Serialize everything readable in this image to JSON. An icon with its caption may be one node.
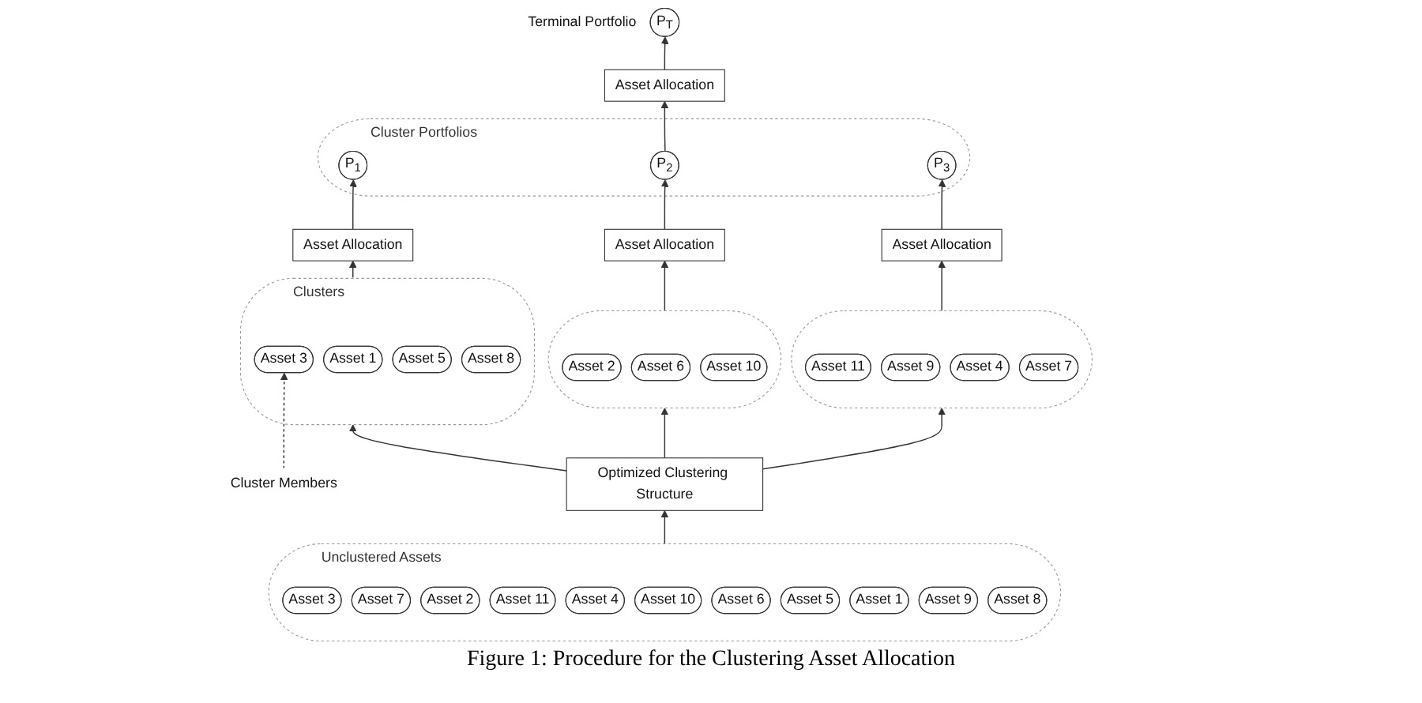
{
  "diagram": {
    "caption": "Figure 1: Procedure for the Clustering Asset Allocation",
    "nodes": [
      {
        "text": [
          "P$_{T}$"
        ],
        "beside": [
          "Terminal Portfolio"
        ]
      },
      {
        "text": [
          "Asset Allocation"
        ]
      },
      {
        "text": [
          "Cluster Portfolios"
        ]
      },
      {
        "text": [
          "P$_{1}$"
        ],
        "in": 2
      },
      {
        "text": [
          "P$_{2}$"
        ],
        "in": 2
      },
      {
        "text": [
          "P$_{3}$"
        ],
        "in": 2
      },
      {
        "text": [
          "Asset Allocation"
        ]
      },
      {
        "text": [
          "Asset Allocation"
        ]
      },
      {
        "text": [
          "Asset Allocation"
        ]
      },
      {
        "text": [
          "Cluster Members"
        ]
      },
      {
        "text": [
          "Clusters"
        ]
      },
      {
        "text": [
          "Asset 1"
        ],
        "in": 10
      },
      {
        "text": [
          "Asset 3"
        ],
        "in": 10
      },
      {
        "text": [
          "Asset 5"
        ],
        "in": 10
      },
      {
        "text": [
          "Asset 8"
        ],
        "in": 10
      },
      {
        "text": [],
        "shape": "ellipse"
      },
      {
        "text": [
          "Asset 2"
        ],
        "in": 15
      },
      {
        "text": [
          "Asset 6"
        ],
        "in": 15
      },
      {
        "text": [
          "Asset 10"
        ],
        "in": 15
      },
      {
        "text": [],
        "shape": "ellipse"
      },
      {
        "text": [
          "Asset 11"
        ],
        "in": 19
      },
      {
        "text": [
          "Asset 9"
        ],
        "in": 19
      },
      {
        "text": [
          "Asset 4"
        ],
        "in": 19
      },
      {
        "text": [
          "Asset 7"
        ],
        "in": 19
      },
      {
        "text": [
          "Optimized Clustering Structure"
        ]
      },
      {
        "text": [
          "Unclustered Assets"
        ]
      },
      {
        "text": [
          "Asset 3"
        ],
        "in": 25
      },
      {
        "text": [
          "Asset 7"
        ],
        "in": 25
      },
      {
        "text": [
          "Asset 2"
        ],
        "in": 25
      },
      {
        "text": [
          "Asset 11"
        ],
        "in": 25
      },
      {
        "text": [
          "Asset 4"
        ],
        "in": 25
      },
      {
        "text": [
          "Asset 10"
        ],
        "in": 25
      },
      {
        "text": [
          "Asset 6"
        ],
        "in": 25
      },
      {
        "text": [
          "Asset 5"
        ],
        "in": 25
      },
      {
        "text": [
          "Asset 1"
        ],
        "in": 25
      },
      {
        "text": [
          "Asset 9"
        ],
        "in": 25
      },
      {
        "text": [
          "Asset 8"
        ],
        "in": 25
      }
    ],
    "edges": [
      {
        "from": 1,
        "to": 0,
        "arrow": "to"
      },
      {
        "from": 4,
        "to": 1,
        "arrow": "to"
      },
      {
        "from": 6,
        "to": 3,
        "arrow": "to"
      },
      {
        "from": 7,
        "to": 4,
        "arrow": "to"
      },
      {
        "from": 8,
        "to": 5,
        "arrow": "to"
      },
      {
        "from": 10,
        "to": 6,
        "arrow": "to"
      },
      {
        "from": 15,
        "to": 7,
        "arrow": "to"
      },
      {
        "from": 19,
        "to": 8,
        "arrow": "to"
      },
      {
        "from": 9,
        "to": 12,
        "arrow": "to",
        "style": "dashed"
      },
      {
        "from": 24,
        "to": 10,
        "arrow": "to"
      },
      {
        "from": 24,
        "to": 15,
        "arrow": "to"
      },
      {
        "from": 24,
        "to": 19,
        "arrow": "to"
      },
      {
        "from": 25,
        "to": 24,
        "arrow": "to"
      }
    ]
  }
}
